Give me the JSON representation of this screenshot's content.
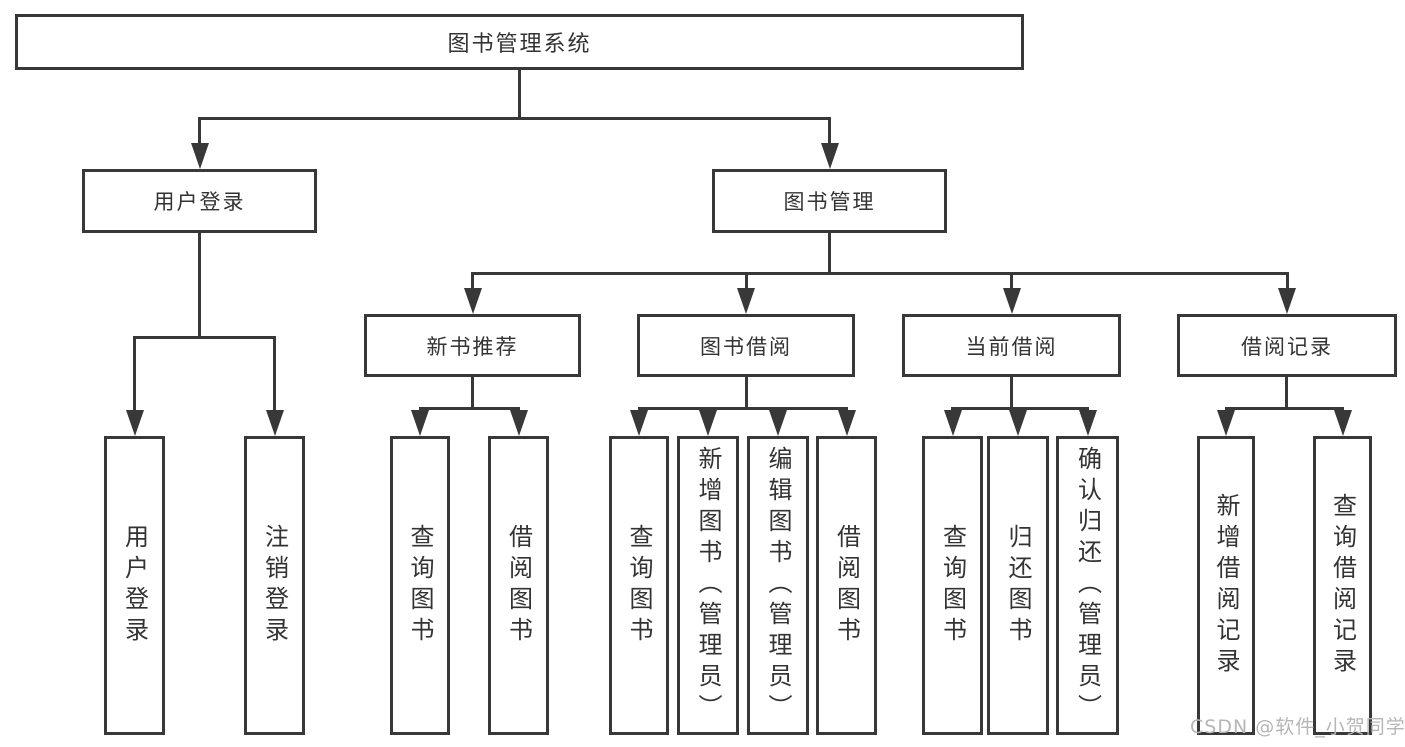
{
  "diagram": {
    "type": "function-structure-tree",
    "watermark": "CSDN @软件_小贺同学",
    "colors": {
      "line": "#383838",
      "text": "#333333",
      "watermark": "#b6b6b6",
      "background": "#ffffff"
    },
    "tree": {
      "label": "图书管理系统",
      "children": [
        {
          "label": "用户登录",
          "children": [
            {
              "label": "用户登录"
            },
            {
              "label": "注销登录"
            }
          ]
        },
        {
          "label": "图书管理",
          "children": [
            {
              "label": "新书推荐",
              "children": [
                {
                  "label": "查询图书"
                },
                {
                  "label": "借阅图书"
                }
              ]
            },
            {
              "label": "图书借阅",
              "children": [
                {
                  "label": "查询图书"
                },
                {
                  "label": "新增图书（管理员）"
                },
                {
                  "label": "编辑图书（管理员）"
                },
                {
                  "label": "借阅图书"
                }
              ]
            },
            {
              "label": "当前借阅",
              "children": [
                {
                  "label": "查询图书"
                },
                {
                  "label": "归还图书"
                },
                {
                  "label": "确认归还（管理员）"
                }
              ]
            },
            {
              "label": "借阅记录",
              "children": [
                {
                  "label": "新增借阅记录"
                },
                {
                  "label": "查询借阅记录"
                }
              ]
            }
          ]
        }
      ]
    }
  }
}
